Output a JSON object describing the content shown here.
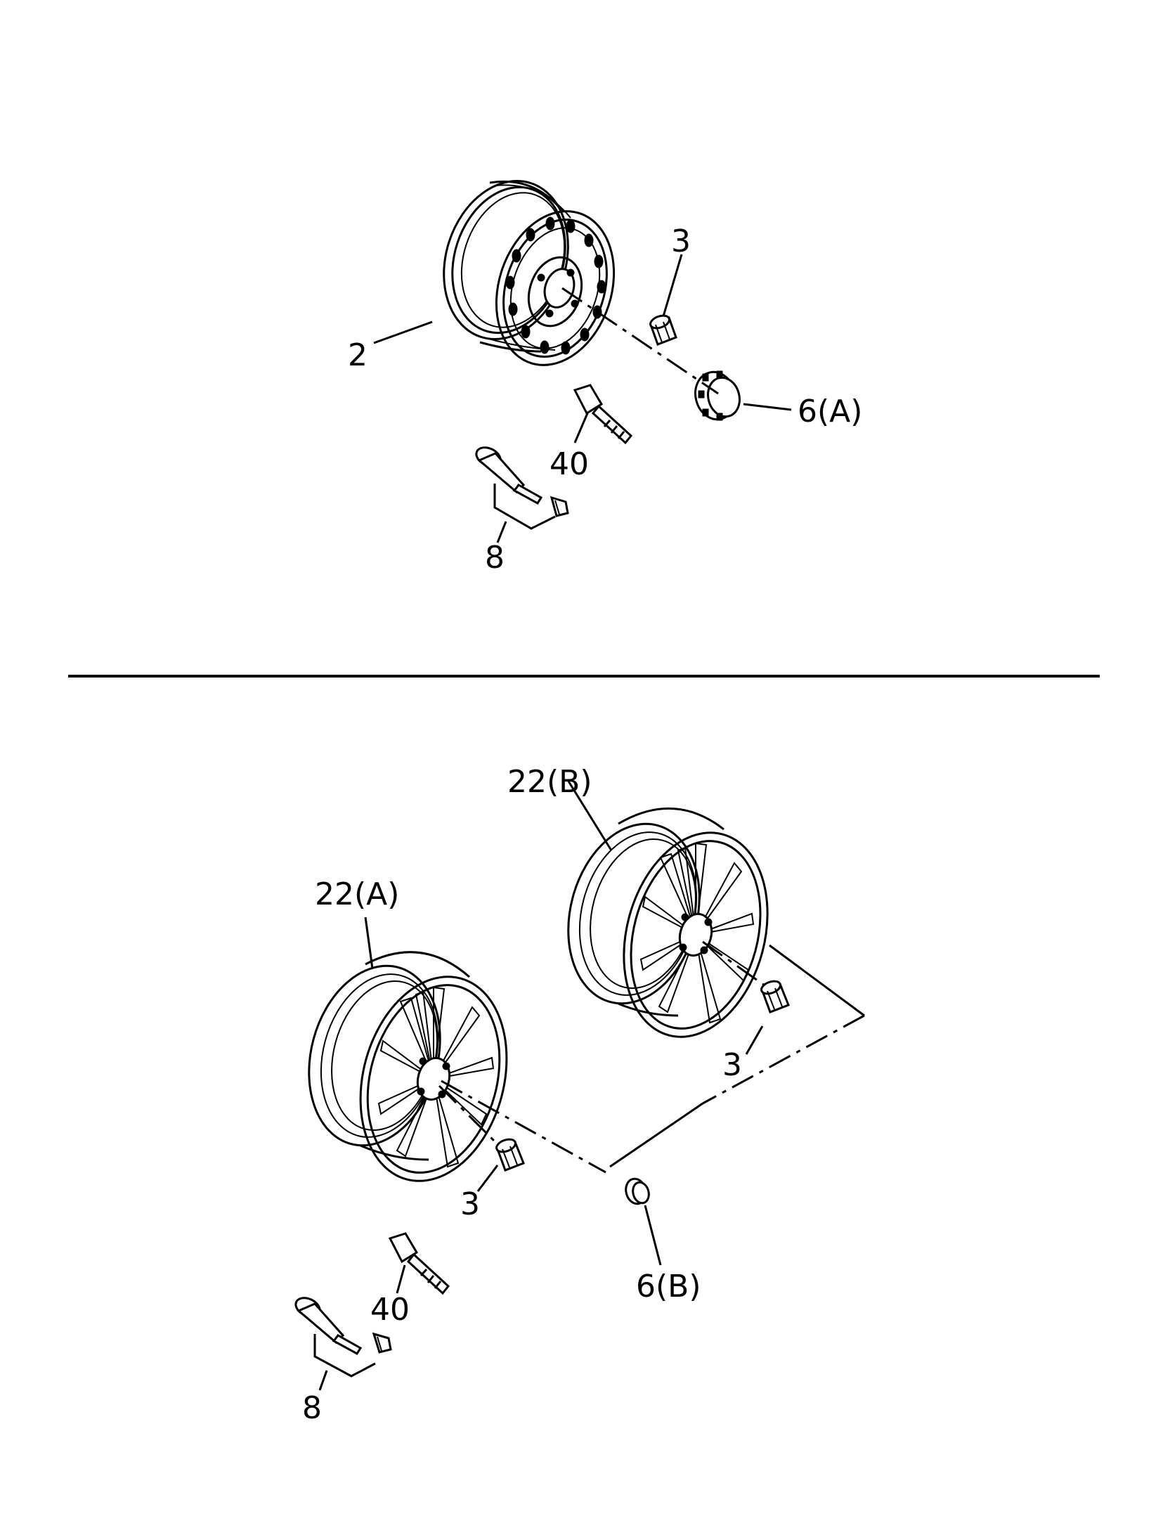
{
  "diagram": {
    "top_assembly": {
      "labels": {
        "wheel": "2",
        "nut": "3",
        "center_cap": "6(A)",
        "tpms_sensor": "40",
        "valve": "8"
      }
    },
    "bottom_assembly": {
      "labels": {
        "wheel_b": "22(B)",
        "wheel_a": "22(A)",
        "nut_right": "3",
        "nut_left": "3",
        "center_cap": "6(B)",
        "tpms_sensor": "40",
        "valve": "8"
      }
    }
  }
}
